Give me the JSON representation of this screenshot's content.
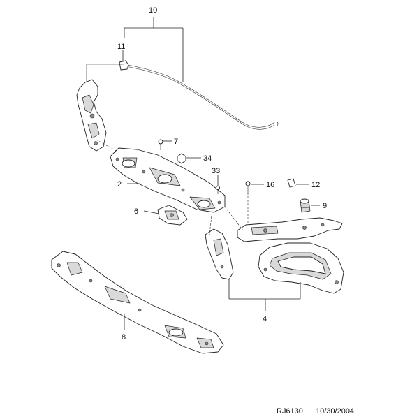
{
  "callouts": {
    "c10": "10",
    "c11": "11",
    "c7": "7",
    "c34": "34",
    "c33": "33",
    "c2": "2",
    "c16": "16",
    "c12": "12",
    "c9": "9",
    "c6": "6",
    "c4": "4",
    "c8": "8"
  },
  "footer": {
    "code": "RJ6130",
    "date": "10/30/2004"
  }
}
